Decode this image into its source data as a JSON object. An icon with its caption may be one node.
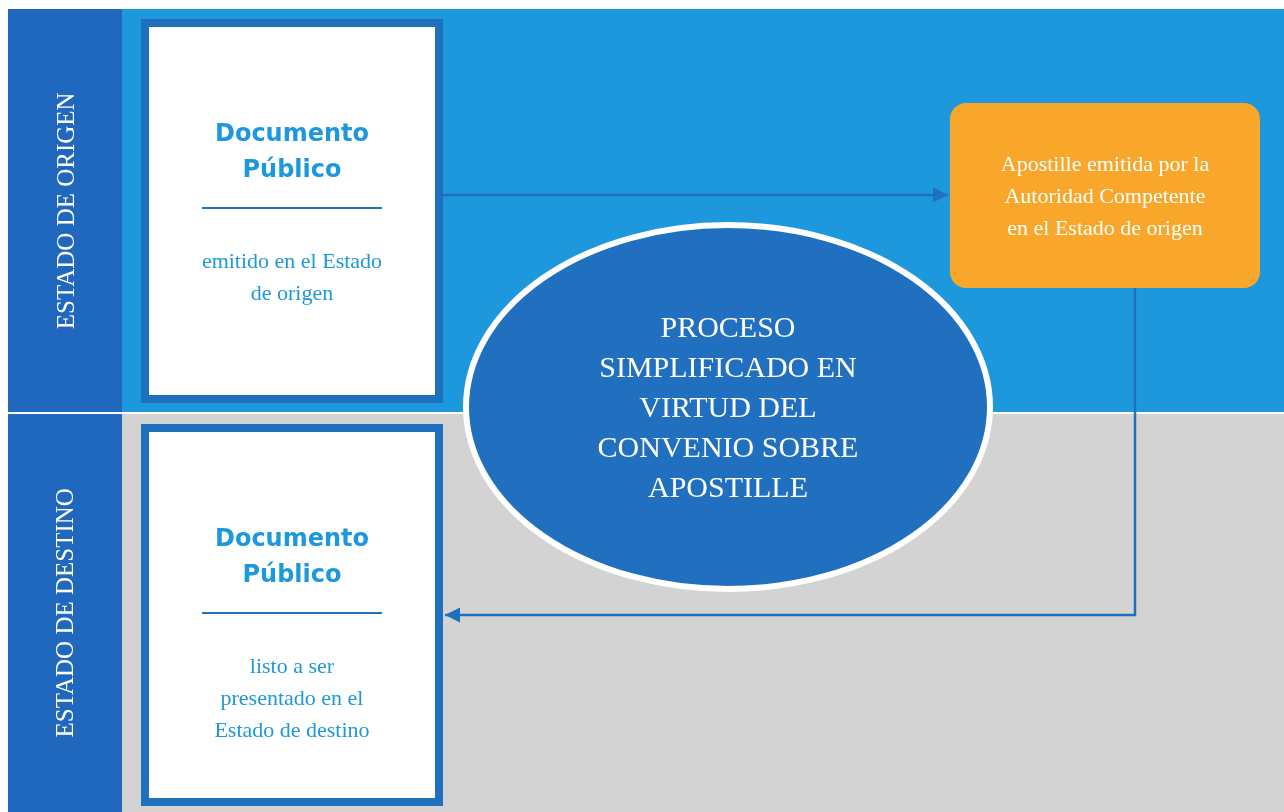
{
  "diagram": {
    "nodes": [
      {
        "text": [
          "ESTADO DE ORIGEN"
        ]
      },
      {
        "text": [
          "Documento Público",
          "emitido en el Estado de origen"
        ],
        "in": 0
      },
      {
        "text": [
          "Apostille emitida por la Autoridad Competente en el Estado de origen"
        ],
        "in": 0
      },
      {
        "text": [
          "ESTADO DE DESTINO"
        ]
      },
      {
        "text": [
          "Documento Público",
          "listo a ser presentado en el Estado de destino"
        ],
        "in": 3
      },
      {
        "text": [
          "PROCESO SIMPLIFICADO EN VIRTUD DEL CONVENIO SOBRE APOSTILLE"
        ]
      }
    ],
    "edges": [
      {
        "from": 1,
        "to": 2,
        "arrow": "to"
      },
      {
        "from": 2,
        "to": 4,
        "arrow": "to"
      }
    ]
  }
}
